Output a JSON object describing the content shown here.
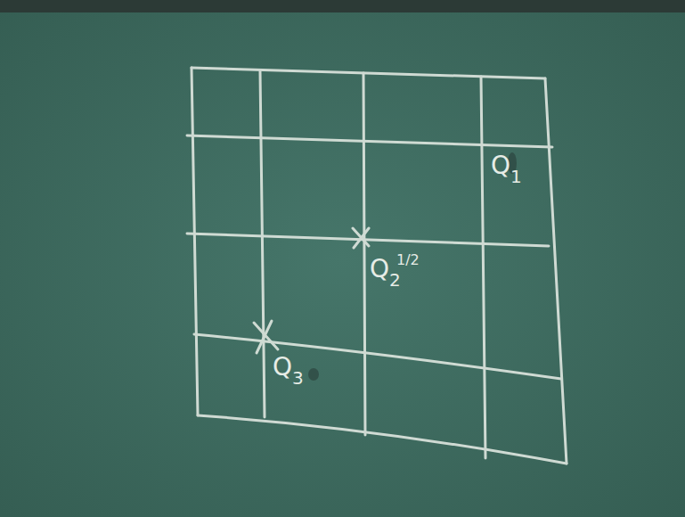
{
  "diagram": {
    "labels": [
      "Q",
      "1",
      "Q",
      "2",
      "1/2",
      "Q",
      "3"
    ]
  }
}
